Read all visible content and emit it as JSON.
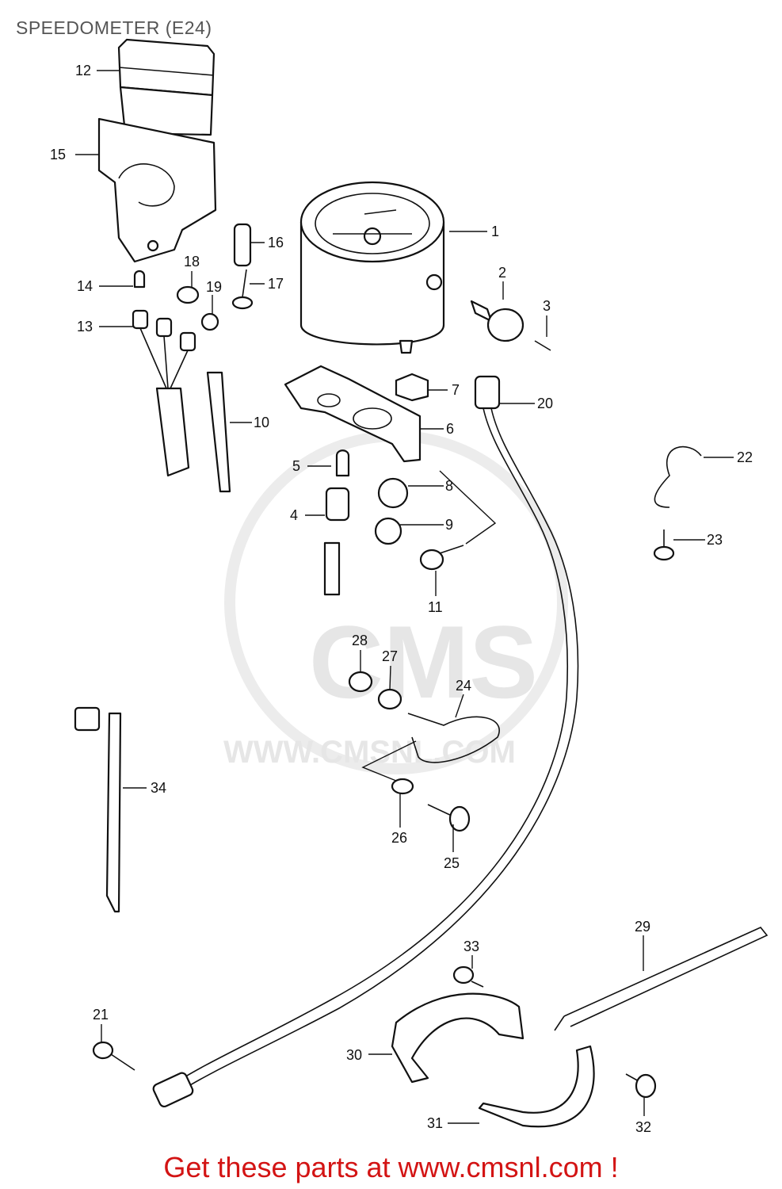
{
  "title": "SPEEDOMETER (E24)",
  "footer": "Get these parts at www.cmsnl.com !",
  "watermark": {
    "logo": "CMS",
    "url": "WWW.CMSNL.COM"
  },
  "callouts": [
    "1",
    "2",
    "3",
    "4",
    "5",
    "6",
    "7",
    "8",
    "9",
    "10",
    "11",
    "12",
    "13",
    "14",
    "15",
    "16",
    "17",
    "18",
    "19",
    "20",
    "21",
    "22",
    "23",
    "24",
    "25",
    "26",
    "27",
    "28",
    "29",
    "30",
    "31",
    "32",
    "33",
    "34"
  ],
  "colors": {
    "footer": "#d31414",
    "ink": "#111111",
    "watermark": "#e6e6e6"
  }
}
